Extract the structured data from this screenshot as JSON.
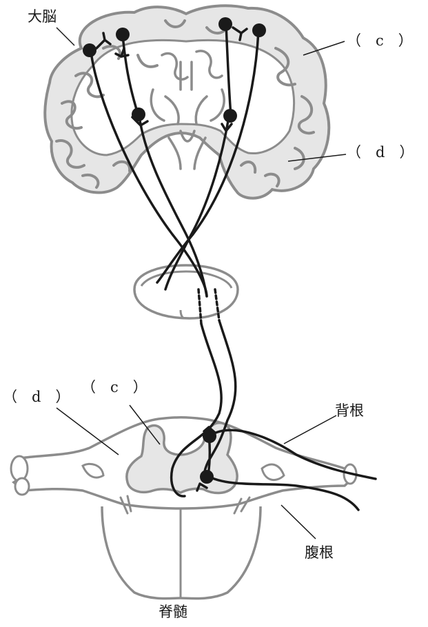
{
  "labels": {
    "brain": "大脳",
    "brain_c": "（　c　）",
    "brain_d": "（　d　）",
    "cord_d": "（　d　）",
    "cord_c": "（　c　）",
    "dorsal_root": "背根",
    "ventral_root": "腹根",
    "spinal_cord": "脊髄"
  },
  "colors": {
    "outline": "#8c8c8c",
    "fill": "#e6e6e6",
    "nerve": "#1a1a1a"
  }
}
